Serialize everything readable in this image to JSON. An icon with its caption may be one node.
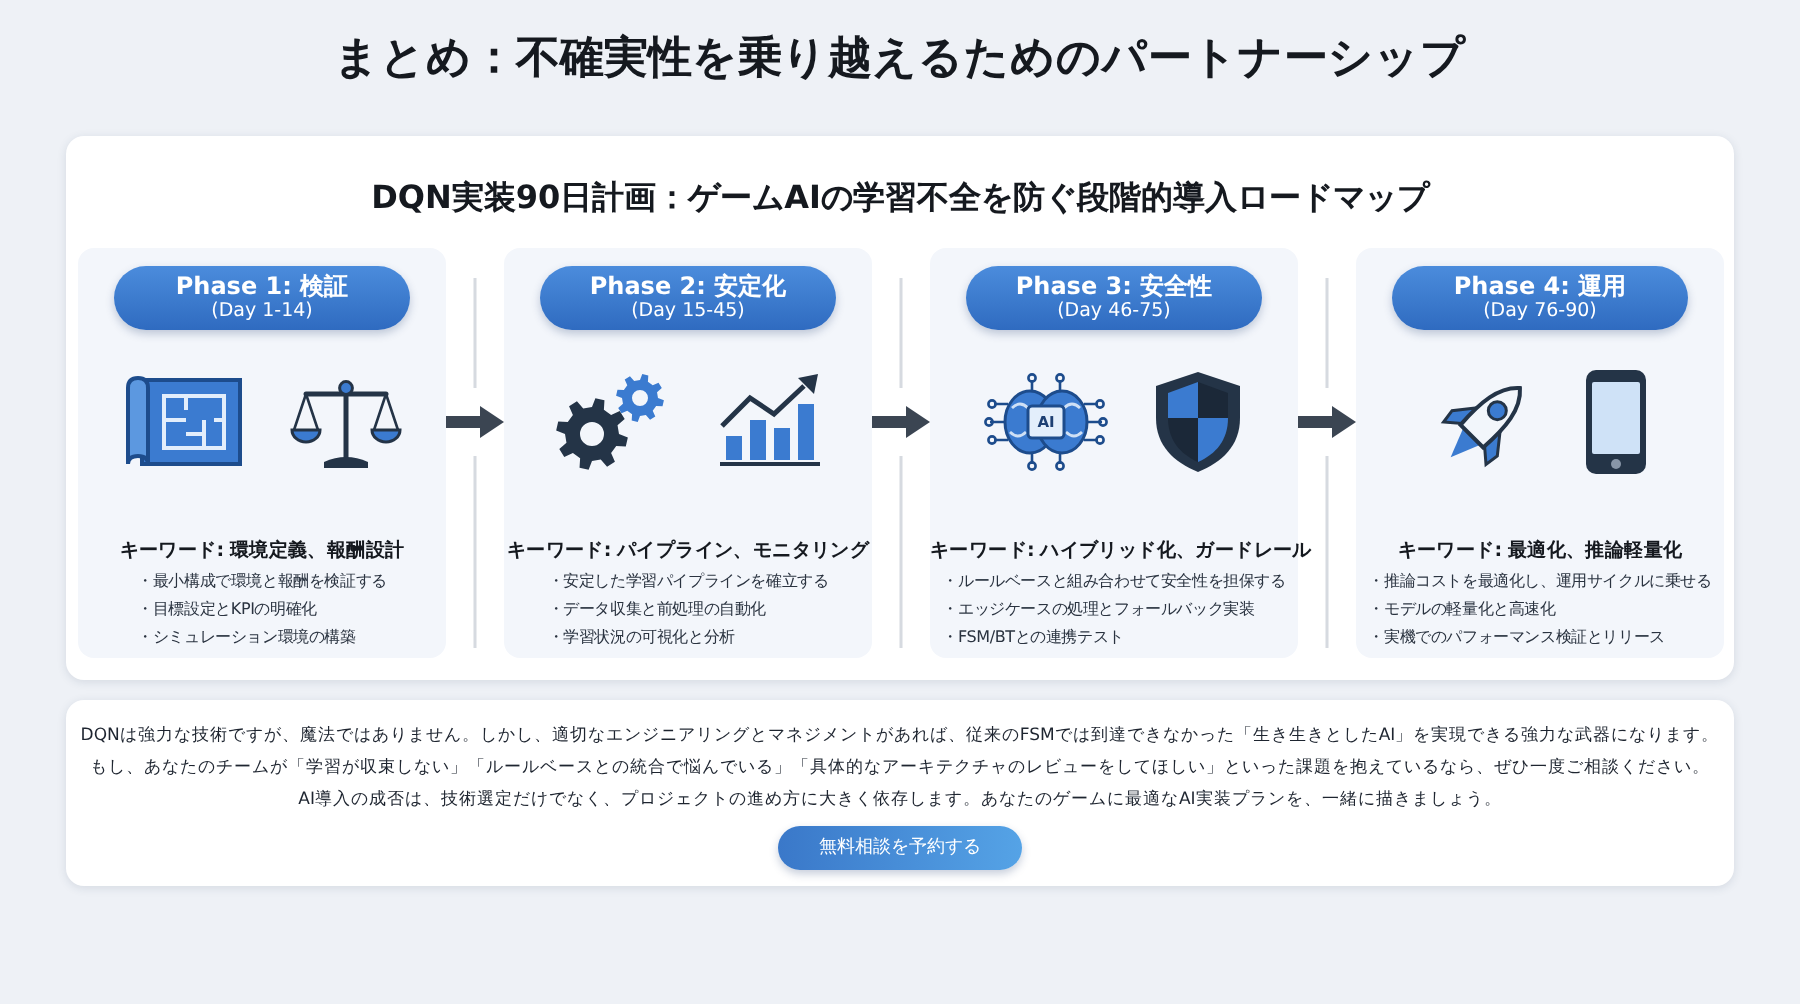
{
  "diagram": {
    "title": "まとめ：不確実性を乗り越えるためのパートナーシップ",
    "nodes": [
      {
        "text": [
          "DQN実装90日計画：ゲームAIの学習不全を防ぐ段階的導入ロードマップ"
        ]
      },
      {
        "text": [
          "キーワード: 環境定義、報酬設計",
          "・最小構成で環境と報酬を検証する",
          "・目標設定とKPIの明確化",
          "・シミュレーション環境の構築"
        ],
        "in": 0
      },
      {
        "text": [
          "Phase 1: 検証",
          "(Day 1-14)"
        ],
        "in": 1
      },
      {
        "text": [
          "キーワード: パイプライン、モニタリング",
          "・安定した学習パイプラインを確立する",
          "・データ収集と前処理の自動化",
          "・学習状況の可視化と分析"
        ],
        "in": 0
      },
      {
        "text": [
          "Phase 2: 安定化",
          "(Day 15-45)"
        ],
        "in": 3
      },
      {
        "text": [
          "キーワード: ハイブリッド化、ガードレール",
          "・ルールベースと組み合わせて安全性を担保する",
          "・エッジケースの処理とフォールバック実装",
          "・FSM/BTとの連携テスト"
        ],
        "in": 0
      },
      {
        "text": [
          "Phase 3: 安全性",
          "(Day 46-75)"
        ],
        "in": 5
      },
      {
        "text": [
          "キーワード: 最適化、推論軽量化",
          "・推論コストを最適化し、運用サイクルに乗せる",
          "・モデルの軽量化と高速化",
          "・実機でのパフォーマンス検証とリリース"
        ],
        "in": 0
      },
      {
        "text": [
          "Phase 4: 運用",
          "(Day 76-90)"
        ],
        "in": 7
      },
      {
        "text": [
          "DQNは強力な技術ですが、魔法ではありません。しかし、適切なエンジニアリングとマネジメントがあれば、従来のFSMでは到達できなかった「生き生きとしたAI」を実現できる強力な武器になります。",
          "もし、あなたのチームが「学習が収束しない」「ルールベースとの統合で悩んでいる」「具体的なアーキテクチャのレビューをしてほしい」といった課題を抱えているなら、ぜひ一度ご相談ください。",
          "AI導入の成否は、技術選定だけでなく、プロジェクトの進め方に大きく依存します。あなたのゲームに最適なAI実装プランを、一緒に描きましょう。"
        ]
      },
      {
        "text": [
          "無料相談を予約する"
        ],
        "in": 9
      }
    ],
    "edges": [
      {
        "from": 1,
        "to": 3,
        "arrow": "to"
      },
      {
        "from": 3,
        "to": 5,
        "arrow": "to"
      },
      {
        "from": 5,
        "to": 7,
        "arrow": "to"
      }
    ],
    "labels": [
      "AI"
    ]
  }
}
